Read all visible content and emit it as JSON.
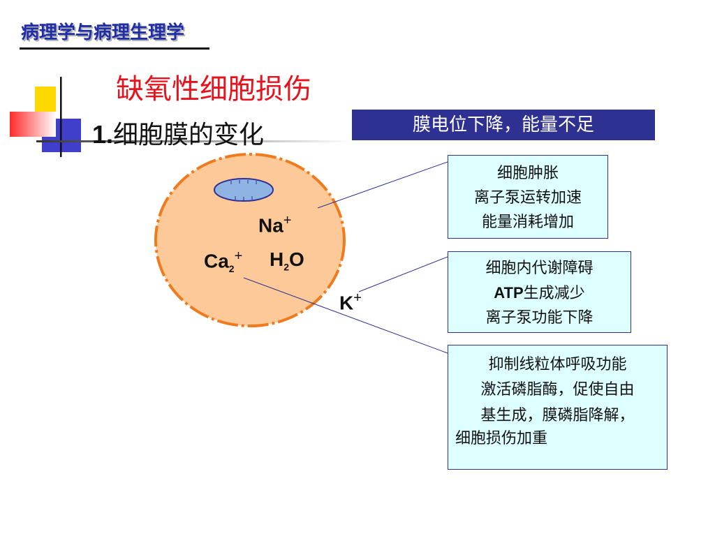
{
  "header": {
    "course_title": "病理学与病理生理学"
  },
  "slide": {
    "title": "缺氧性细胞损伤",
    "subtitle_num": "1.",
    "subtitle_text": "细胞膜的变化",
    "banner": "膜电位下降，能量不足"
  },
  "cell": {
    "ions": {
      "na": {
        "symbol": "Na",
        "charge": "+"
      },
      "ca": {
        "symbol": "Ca",
        "subscript": "2",
        "charge": "+"
      },
      "h2o": {
        "h": "H",
        "subscript": "2",
        "o": "O"
      },
      "k": {
        "symbol": "K",
        "charge": "+"
      }
    }
  },
  "boxes": {
    "box1": [
      "细胞肿胀",
      "离子泵运转加速",
      "能量消耗增加"
    ],
    "box2": {
      "line1": "细胞内代谢障碍",
      "line2_bold": "ATP",
      "line2_rest": "生成减少",
      "line3": "离子泵功能下降"
    },
    "box3": [
      "抑制线粒体呼吸功能",
      "激活磷脂酶，促使自由",
      "基生成，膜磷脂降解，",
      "细胞损伤加重"
    ]
  },
  "colors": {
    "title_red": "#e8121c",
    "course_blue": "#1f2ea8",
    "banner_bg": "#2e3192",
    "cell_fill": "#fdc999",
    "cell_border": "#f07a1e",
    "box_fill": "#ddffff",
    "organelle_fill": "#8fb4e3",
    "organelle_stroke": "#2e3192"
  }
}
